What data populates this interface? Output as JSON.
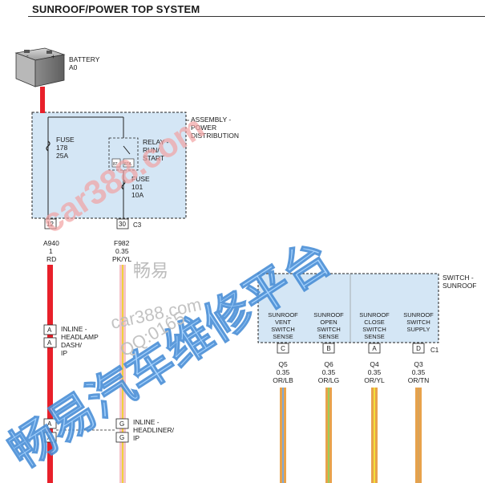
{
  "title": "SUNROOF/POWER TOP SYSTEM",
  "battery": {
    "line1": "BATTERY",
    "line2": "A0",
    "plus": "+",
    "minus": "-"
  },
  "pdc": {
    "line1": "ASSEMBLY -",
    "line2": "POWER",
    "line3": "DISTRIBUTION"
  },
  "fuse178": {
    "line1": "FUSE",
    "line2": "178",
    "line3": "25A"
  },
  "relay": {
    "line1": "RELAY -",
    "line2": "RUN/",
    "line3": "START",
    "pin_a": "87",
    "pin_b": "87A"
  },
  "fuse101": {
    "line1": "FUSE",
    "line2": "101",
    "line3": "10A"
  },
  "c3": {
    "pin_left": "12",
    "pin_right": "30",
    "connector": "C3"
  },
  "wire_a940": {
    "circuit": "A940",
    "gauge": "1",
    "color": "RD"
  },
  "wire_f982": {
    "circuit": "F982",
    "gauge": "0.35",
    "color": "PK/YL"
  },
  "inline_dash": {
    "pin_top": "A",
    "pin_bottom": "A",
    "line1": "INLINE -",
    "line2": "HEADLAMP",
    "line3": "DASH/",
    "line4": "IP"
  },
  "inline_headliner": {
    "pin_a1": "A",
    "pin_a2": "A",
    "pin_g1": "G",
    "pin_g2": "G",
    "line1": "INLINE -",
    "line2": "HEADLINER/",
    "line3": "IP"
  },
  "switch": {
    "line1": "SWITCH -",
    "line2": "SUNROOF",
    "connector": "C1",
    "sections": [
      {
        "l1": "SUNROOF",
        "l2": "VENT",
        "l3": "SWITCH",
        "l4": "SENSE",
        "pin": "C",
        "circuit": "Q5",
        "gauge": "0.35",
        "color": "OR/LB",
        "stripe": "#7fa9d6"
      },
      {
        "l1": "SUNROOF",
        "l2": "OPEN",
        "l3": "SWITCH",
        "l4": "SENSE",
        "pin": "B",
        "circuit": "Q6",
        "gauge": "0.35",
        "color": "OR/LG",
        "stripe": "#9ccc5a"
      },
      {
        "l1": "SUNROOF",
        "l2": "CLOSE",
        "l3": "SWITCH",
        "l4": "SENSE",
        "pin": "A",
        "circuit": "Q4",
        "gauge": "0.35",
        "color": "OR/YL",
        "stripe": "#f2e13a"
      },
      {
        "l1": "SUNROOF",
        "l2": "SWITCH",
        "l3": "SUPPLY",
        "l4": "",
        "pin": "D",
        "circuit": "Q3",
        "gauge": "0.35",
        "color": "OR/TN",
        "stripe": "#d8a35a"
      }
    ]
  },
  "colors": {
    "red_wire": "#e8202a",
    "pink_wire": "#f5c3c9",
    "yellow_stripe": "#f0d23a",
    "orange_wire": "#e8a24b",
    "pdc_fill": "#d4e6f5",
    "switch_fill": "#d4e6f5"
  },
  "watermarks": {
    "big": "畅易汽车维修平台",
    "small_cjk": "畅易",
    "url1": "car388.com",
    "url2": "car388.com",
    "qq": "QQ:0165"
  }
}
